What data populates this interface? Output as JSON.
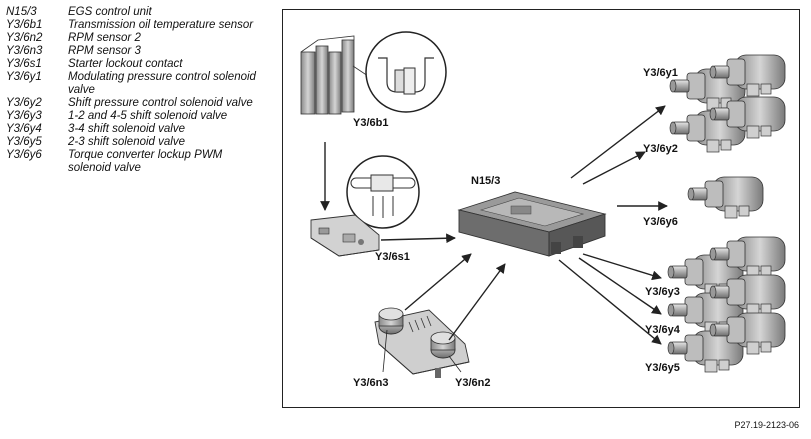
{
  "legend": [
    {
      "code": "N15/3",
      "desc": "EGS control unit"
    },
    {
      "code": "Y3/6b1",
      "desc": "Transmission oil temperature sensor"
    },
    {
      "code": "Y3/6n2",
      "desc": "RPM sensor 2"
    },
    {
      "code": "Y3/6n3",
      "desc": "RPM sensor 3"
    },
    {
      "code": "Y3/6s1",
      "desc": "Starter lockout contact"
    },
    {
      "code": "Y3/6y1",
      "desc": "Modulating pressure control solenoid valve"
    },
    {
      "code": "Y3/6y2",
      "desc": "Shift pressure control solenoid valve"
    },
    {
      "code": "Y3/6y3",
      "desc": "1-2 and 4-5 shift solenoid valve"
    },
    {
      "code": "Y3/6y4",
      "desc": "3-4 shift solenoid valve"
    },
    {
      "code": "Y3/6y5",
      "desc": "2-3 shift solenoid valve"
    },
    {
      "code": "Y3/6y6",
      "desc": "Torque converter lockup PWM solenoid valve"
    }
  ],
  "diagram": {
    "labels": {
      "y36b1": "Y3/6b1",
      "y36s1": "Y3/6s1",
      "n153": "N15/3",
      "y36n3": "Y3/6n3",
      "y36n2": "Y3/6n2",
      "y36y1": "Y3/6y1",
      "y36y2": "Y3/6y2",
      "y36y6": "Y3/6y6",
      "y36y3": "Y3/6y3",
      "y36y4": "Y3/6y4",
      "y36y5": "Y3/6y5"
    }
  },
  "figure_ref": "P27.19-2123-06"
}
